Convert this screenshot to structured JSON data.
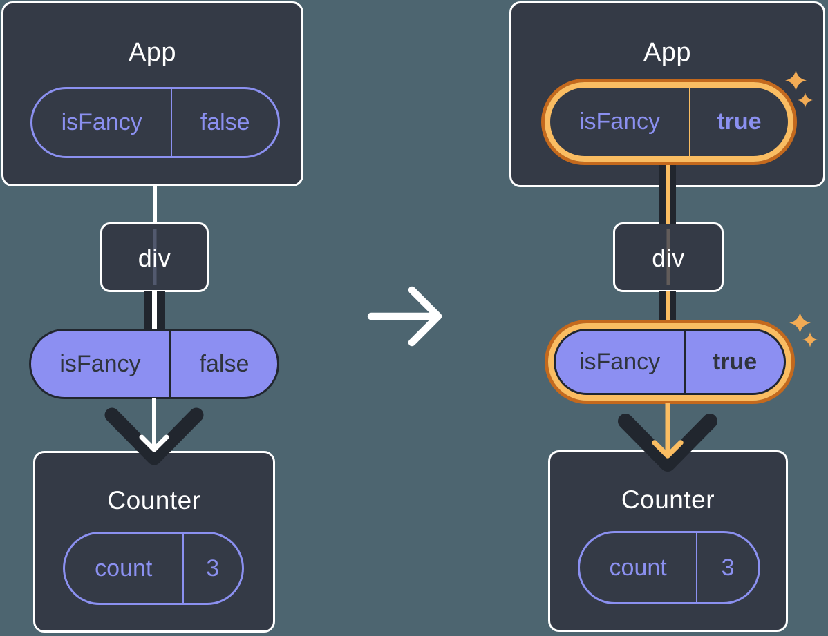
{
  "diagram": {
    "left": {
      "app": {
        "title": "App",
        "pill": {
          "label": "isFancy",
          "value": "false"
        }
      },
      "div": {
        "label": "div"
      },
      "prop_pill": {
        "label": "isFancy",
        "value": "false"
      },
      "counter": {
        "title": "Counter",
        "pill": {
          "label": "count",
          "value": "3"
        }
      }
    },
    "right": {
      "app": {
        "title": "App",
        "pill": {
          "label": "isFancy",
          "value": "true"
        }
      },
      "div": {
        "label": "div"
      },
      "prop_pill": {
        "label": "isFancy",
        "value": "true"
      },
      "counter": {
        "title": "Counter",
        "pill": {
          "label": "count",
          "value": "3"
        }
      }
    }
  },
  "icons": {
    "transition_arrow": "right-arrow",
    "sparkles": "four-point-star"
  },
  "colors": {
    "background": "#4d6570",
    "node_fill": "#343a46",
    "node_border": "#ffffff",
    "thread_dark": "#21262e",
    "purple": "#8b90f0",
    "purple_fill": "#8c8ff2",
    "dark_text": "#2f343d",
    "highlight_outer": "#c4691d",
    "highlight_inner": "#fabd62",
    "sparkle": "#f2ab55"
  }
}
